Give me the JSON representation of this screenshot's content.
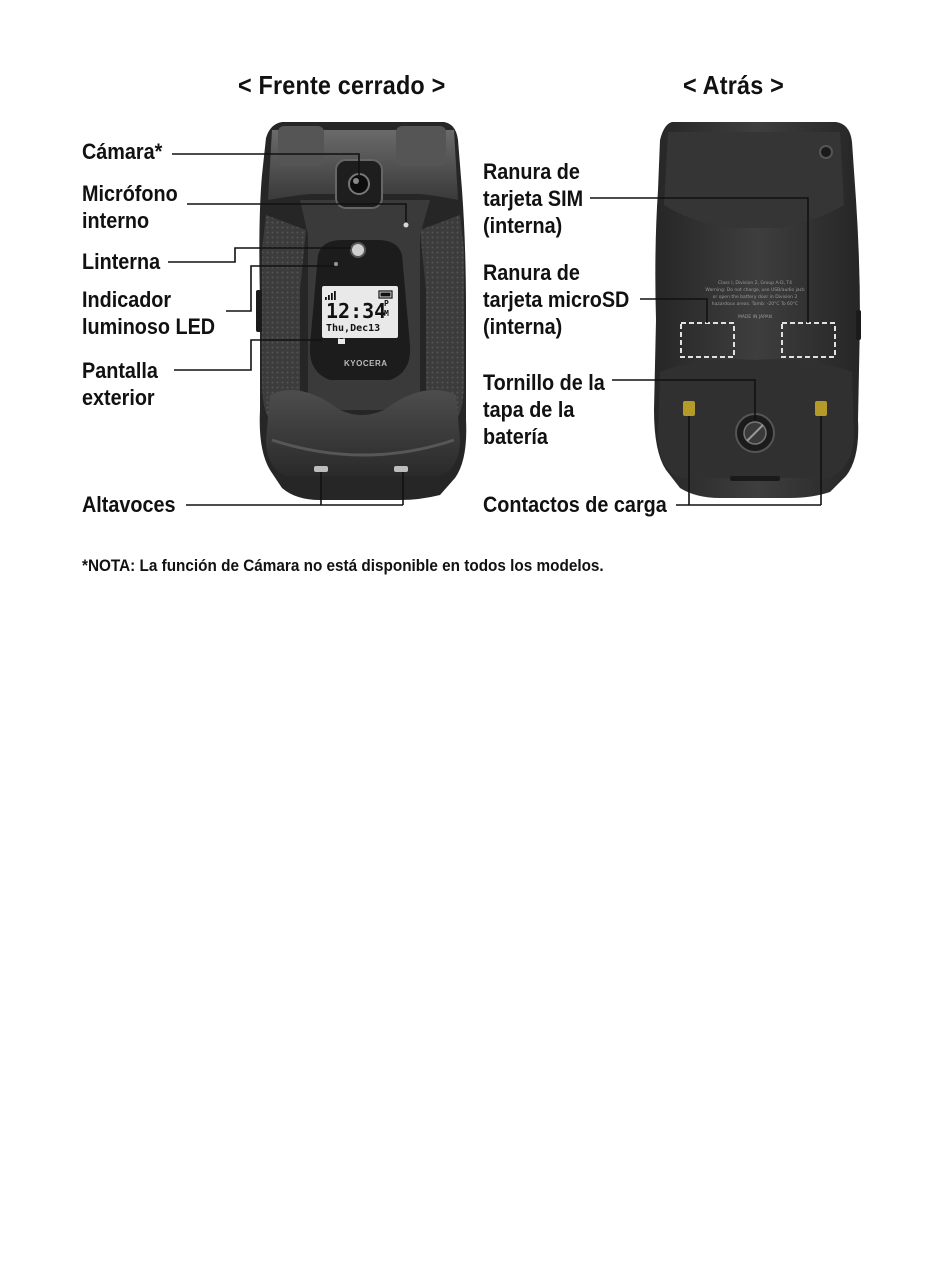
{
  "headings": {
    "front": "< Frente cerrado >",
    "back": "< Atrás >"
  },
  "front_labels": {
    "camera": "Cámara*",
    "mic_line1": "Micrófono",
    "mic_line2": "interno",
    "flashlight": "Linterna",
    "led_line1": "Indicador",
    "led_line2": "luminoso LED",
    "display_line1": "Pantalla",
    "display_line2": "exterior",
    "speakers": "Altavoces"
  },
  "back_labels": {
    "sim_line1": "Ranura de",
    "sim_line2": "tarjeta SIM",
    "sim_line3": "(interna)",
    "sd_line1": "Ranura de",
    "sd_line2": "tarjeta microSD",
    "sd_line3": "(interna)",
    "screw_line1": "Tornillo de la",
    "screw_line2": "tapa de la",
    "screw_line3": "batería",
    "contacts": "Contactos de carga"
  },
  "phone_display": {
    "time": "12:34",
    "ampm_top": "P",
    "ampm_bottom": "M",
    "date": "Thu,Dec13",
    "brand": "KYOCERA"
  },
  "back_label_text": {
    "line1": "Class I, Division 2, Group A-D, T4",
    "line2": "Warning: Do not charge, use USB/audio jack",
    "line3": "or open the battery door in Division 2",
    "line4": "hazardous areas. Tamb: -20°C To 60°C",
    "line5": "MADE IN JAPAN"
  },
  "footnote": "*NOTA: La función de Cámara no está disponible en todos los modelos.",
  "colors": {
    "body_dark": "#2e2e2e",
    "body_mid": "#4a4a4a",
    "screen_bg": "#e9e9e9",
    "contact_gold": "#b59a2a"
  }
}
